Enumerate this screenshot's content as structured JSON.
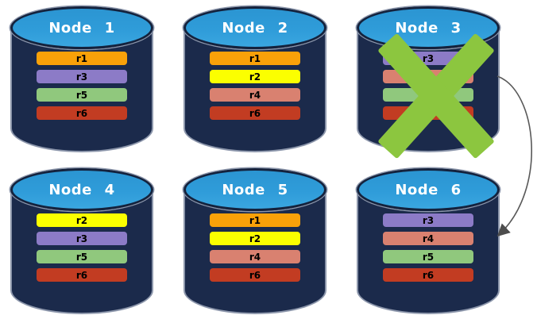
{
  "nodes": [
    {
      "label": "Node 1",
      "failed": false,
      "records": [
        {
          "label": "r1",
          "color": "#F9A109"
        },
        {
          "label": "r3",
          "color": "#8C7BC7"
        },
        {
          "label": "r5",
          "color": "#90C87D"
        },
        {
          "label": "r6",
          "color": "#C23C22"
        }
      ]
    },
    {
      "label": "Node 2",
      "failed": false,
      "records": [
        {
          "label": "r1",
          "color": "#F9A109"
        },
        {
          "label": "r2",
          "color": "#FBFF00"
        },
        {
          "label": "r4",
          "color": "#D98170"
        },
        {
          "label": "r6",
          "color": "#C23C22"
        }
      ]
    },
    {
      "label": "Node 3",
      "failed": true,
      "records": [
        {
          "label": "r3",
          "color": "#8C7BC7"
        },
        {
          "label": "",
          "color": "#D98170"
        },
        {
          "label": "",
          "color": "#90C87D"
        },
        {
          "label": "",
          "color": "#C23C22"
        }
      ]
    },
    {
      "label": "Node 4",
      "failed": false,
      "records": [
        {
          "label": "r2",
          "color": "#FBFF00"
        },
        {
          "label": "r3",
          "color": "#8C7BC7"
        },
        {
          "label": "r5",
          "color": "#90C87D"
        },
        {
          "label": "r6",
          "color": "#C23C22"
        }
      ]
    },
    {
      "label": "Node 5",
      "failed": false,
      "records": [
        {
          "label": "r1",
          "color": "#F9A109"
        },
        {
          "label": "r2",
          "color": "#FBFF00"
        },
        {
          "label": "r4",
          "color": "#D98170"
        },
        {
          "label": "r6",
          "color": "#C23C22"
        }
      ]
    },
    {
      "label": "Node 6",
      "failed": false,
      "records": [
        {
          "label": "r3",
          "color": "#8C7BC7"
        },
        {
          "label": "r4",
          "color": "#D98170"
        },
        {
          "label": "r5",
          "color": "#90C87D"
        },
        {
          "label": "r6",
          "color": "#C23C22"
        }
      ]
    }
  ],
  "annotations": {
    "failed_node": "Node 3",
    "arrow_from": "Node 3",
    "arrow_to": "Node 6"
  },
  "colors": {
    "background": "#FFFFFF",
    "cylinder_body": "#1B2A4B",
    "cylinder_outline": "#8C96AB",
    "cylinder_top": "#2F9CD9",
    "cylinder_top_ring": "#14223D",
    "node_title_text": "#FFFFFF",
    "record_text": "#000000",
    "failure_x": "#8CC63F",
    "arrow": "#595959"
  }
}
